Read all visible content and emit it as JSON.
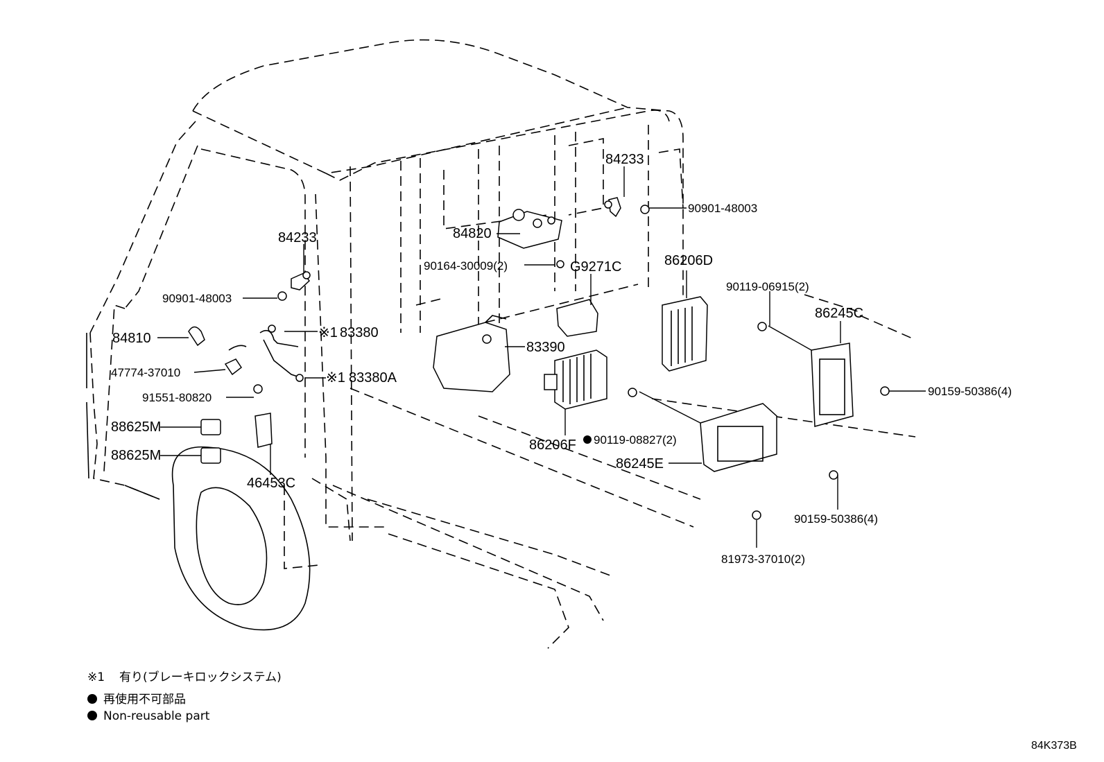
{
  "diagram_code": "84K373B",
  "callouts": [
    {
      "id": "84233_top",
      "text": "84233"
    },
    {
      "id": "90901_48003_right",
      "text": "90901-48003"
    },
    {
      "id": "84820",
      "text": "84820"
    },
    {
      "id": "90164_30009",
      "text": "90164-30009(2)"
    },
    {
      "id": "G9271C",
      "text": "G9271C"
    },
    {
      "id": "86206D",
      "text": "86206D"
    },
    {
      "id": "90119_06915",
      "text": "90119-06915(2)"
    },
    {
      "id": "86245C",
      "text": "86245C"
    },
    {
      "id": "84233_left",
      "text": "84233"
    },
    {
      "id": "90901_48003_left",
      "text": "90901-48003"
    },
    {
      "id": "84810",
      "text": "84810"
    },
    {
      "id": "83380",
      "text": "83380"
    },
    {
      "id": "83380A",
      "text": "83380A"
    },
    {
      "id": "83390",
      "text": "83390"
    },
    {
      "id": "47774_37010",
      "text": "47774-37010"
    },
    {
      "id": "91551_80820",
      "text": "91551-80820"
    },
    {
      "id": "88625M_a",
      "text": "88625M"
    },
    {
      "id": "88625M_b",
      "text": "88625M"
    },
    {
      "id": "46453C",
      "text": "46453C"
    },
    {
      "id": "86206F",
      "text": "86206F"
    },
    {
      "id": "90119_08827",
      "text": "90119-08827(2)"
    },
    {
      "id": "86245E",
      "text": "86245E"
    },
    {
      "id": "90159_50386_upper",
      "text": "90159-50386(4)"
    },
    {
      "id": "90159_50386_lower",
      "text": "90159-50386(4)"
    },
    {
      "id": "81973_37010",
      "text": "81973-37010(2)"
    }
  ],
  "markers": {
    "note1": "※1"
  },
  "legend": {
    "note1_mark": "※1",
    "note1_text": "有り(ブレーキロックシステム)",
    "nonreusable_jp": "再使用不可部品",
    "nonreusable_en": "Non-reusable part"
  },
  "colors": {
    "line": "#000000",
    "background": "#ffffff"
  }
}
